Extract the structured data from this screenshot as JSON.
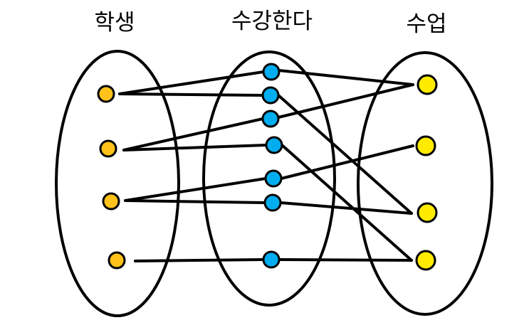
{
  "sets": [
    {
      "id": "students",
      "title": "학생"
    },
    {
      "id": "enrolls",
      "title": "수강한다"
    },
    {
      "id": "courses",
      "title": "수업"
    }
  ],
  "colors": {
    "student_node": "#FFC21A",
    "enroll_node": "#00AEEF",
    "course_node": "#FFEB00",
    "stroke": "#000000"
  },
  "nodes": {
    "students": 4,
    "enrolls": 7,
    "courses": 4
  },
  "edges": [
    [
      "s0",
      "e0"
    ],
    [
      "s0",
      "e1"
    ],
    [
      "s1",
      "e2"
    ],
    [
      "s1",
      "e3"
    ],
    [
      "s2",
      "e4"
    ],
    [
      "s2",
      "e5"
    ],
    [
      "s3",
      "e6"
    ],
    [
      "e0",
      "c0"
    ],
    [
      "e1",
      "c2"
    ],
    [
      "e2",
      "c0"
    ],
    [
      "e3",
      "c3"
    ],
    [
      "e4",
      "c1"
    ],
    [
      "e5",
      "c2"
    ],
    [
      "e6",
      "c3"
    ]
  ]
}
